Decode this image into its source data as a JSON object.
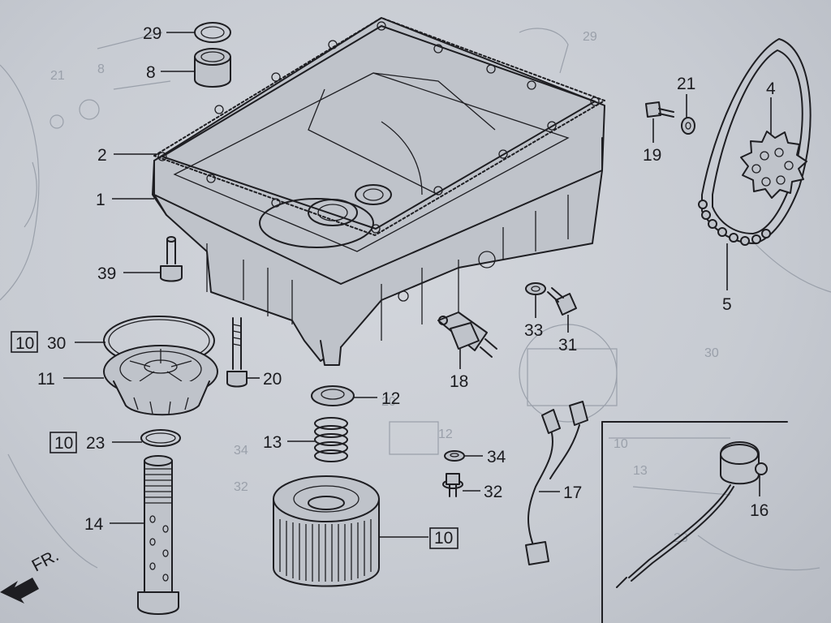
{
  "labels": [
    {
      "key": "l29",
      "text": "29"
    },
    {
      "key": "l8",
      "text": "8"
    },
    {
      "key": "l2",
      "text": "2"
    },
    {
      "key": "l1",
      "text": "1"
    },
    {
      "key": "l39",
      "text": "39"
    },
    {
      "key": "l30",
      "text": "30"
    },
    {
      "key": "l11",
      "text": "11"
    },
    {
      "key": "l23",
      "text": "23"
    },
    {
      "key": "l14",
      "text": "14"
    },
    {
      "key": "l20",
      "text": "20"
    },
    {
      "key": "l12",
      "text": "12"
    },
    {
      "key": "l13",
      "text": "13"
    },
    {
      "key": "l10b",
      "text": "10"
    },
    {
      "key": "l34",
      "text": "34"
    },
    {
      "key": "l32",
      "text": "32"
    },
    {
      "key": "l18",
      "text": "18"
    },
    {
      "key": "l17",
      "text": "17"
    },
    {
      "key": "l16",
      "text": "16"
    },
    {
      "key": "l33",
      "text": "33"
    },
    {
      "key": "l31",
      "text": "31"
    },
    {
      "key": "l19",
      "text": "19"
    },
    {
      "key": "l21",
      "text": "21"
    },
    {
      "key": "l4",
      "text": "4"
    },
    {
      "key": "l5",
      "text": "5"
    }
  ],
  "boxed_refs": [
    {
      "key": "b30",
      "text": "10"
    },
    {
      "key": "b23",
      "text": "10"
    }
  ],
  "front_marker": "FR.",
  "background_ghost_text": [
    "29",
    "8",
    "21",
    "10",
    "30",
    "12",
    "34",
    "32",
    "20",
    "13",
    "23"
  ],
  "colors": {
    "paper": "#c9cdd4",
    "ink": "#1e1e22",
    "ghost": "#9aa0aa"
  }
}
